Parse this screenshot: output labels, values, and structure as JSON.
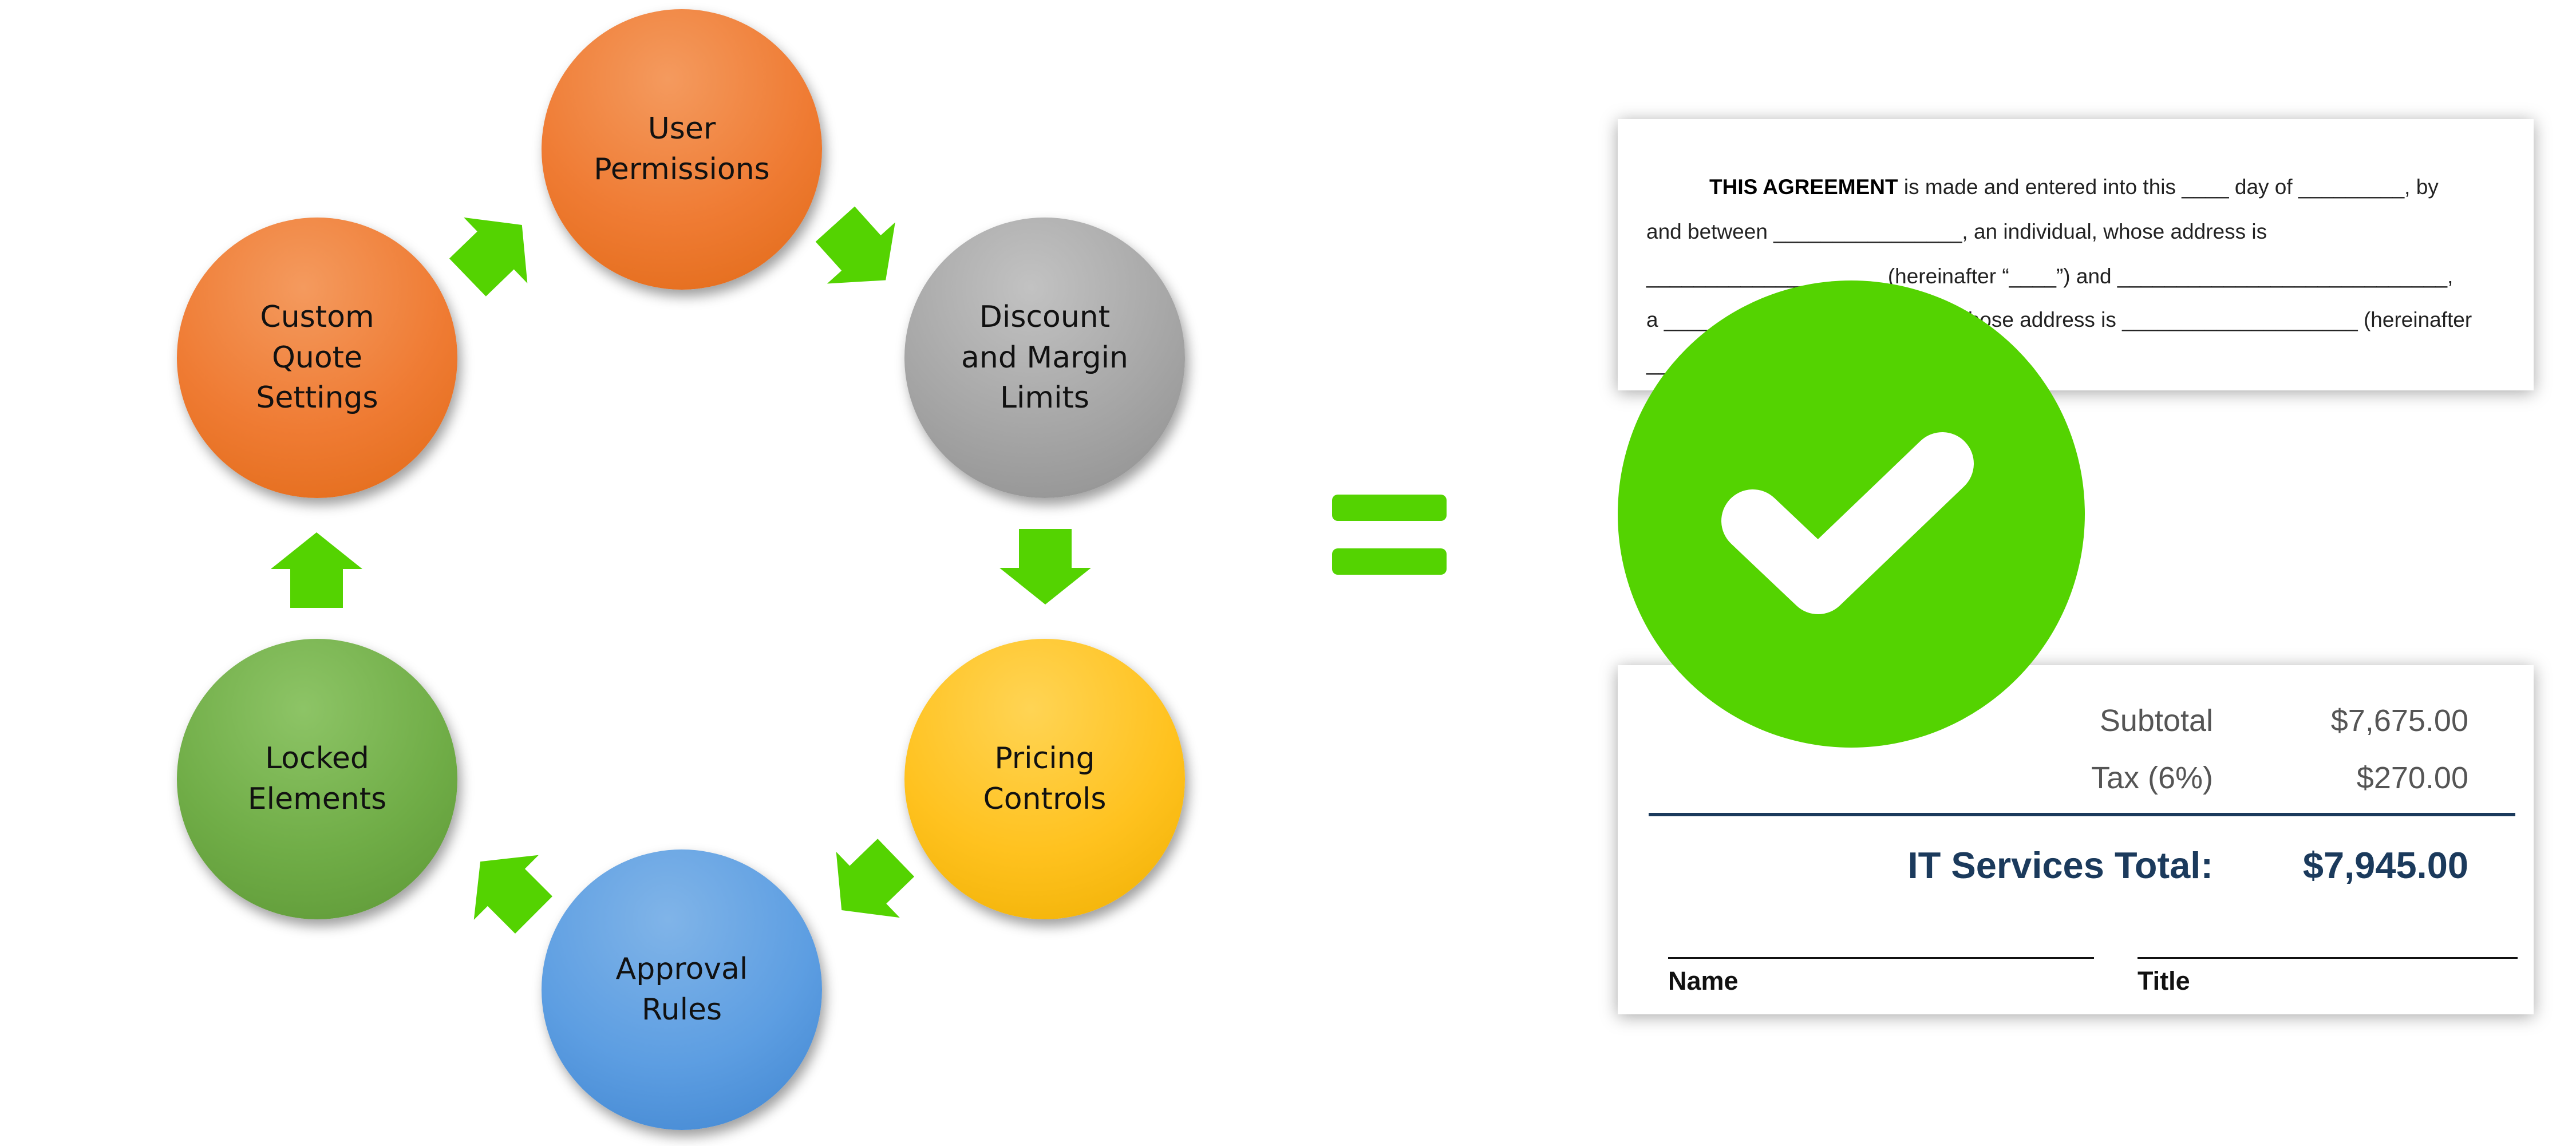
{
  "colors": {
    "arrow": "#54d301",
    "equals": "#54d301",
    "check_circle": "#54d301",
    "total_text": "#1b3a5c"
  },
  "cycle": {
    "nodes": [
      {
        "label": "User\nPermissions",
        "color": "orange"
      },
      {
        "label": "Discount\nand Margin\nLimits",
        "color": "gray"
      },
      {
        "label": "Pricing\nControls",
        "color": "yellow"
      },
      {
        "label": "Approval\nRules",
        "color": "blue"
      },
      {
        "label": "Locked\nElements",
        "color": "green"
      },
      {
        "label": "Custom\nQuote\nSettings",
        "color": "orange"
      }
    ]
  },
  "agreement": {
    "line1_bold": "THIS AGREEMENT",
    "line1_rest": " is made and entered into this ____ day of _________, by",
    "line2": "and between ________________, an individual, whose address is",
    "line3": "____________________ (hereinafter “____”) and ____________________________,",
    "line4": "a ________________________ whose address is ____________________ (hereinafter",
    "line5": "____"
  },
  "invoice": {
    "subtotal_label": "Subtotal",
    "subtotal_value": "$7,675.00",
    "tax_label": "Tax (6%)",
    "tax_value": "$270.00",
    "total_label": "IT Services Total:",
    "total_value": "$7,945.00",
    "name_label": "Name",
    "title_label": "Title"
  }
}
